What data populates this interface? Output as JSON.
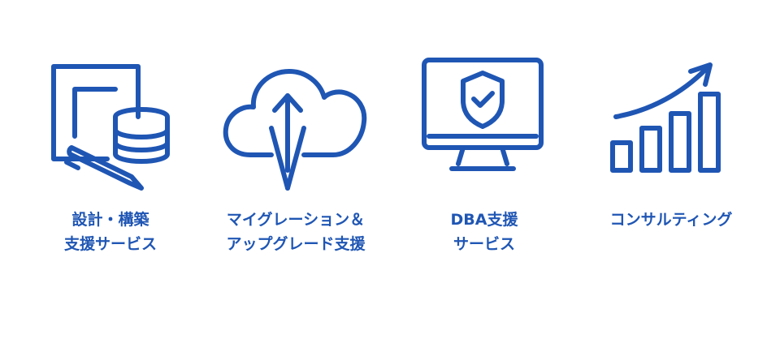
{
  "services": [
    {
      "icon": "design-document-database-icon",
      "label_lines": [
        "設計・構築",
        "支援サービス"
      ]
    },
    {
      "icon": "cloud-migration-icon",
      "label_lines": [
        "マイグレーション＆",
        "アップグレード支援"
      ]
    },
    {
      "icon": "monitor-shield-icon",
      "label_lines": [
        "DBA支援",
        "サービス"
      ]
    },
    {
      "icon": "growth-chart-icon",
      "label_lines": [
        "コンサルティング"
      ]
    }
  ],
  "colors": {
    "accent": "#1f56b4",
    "background": "#ffffff"
  }
}
